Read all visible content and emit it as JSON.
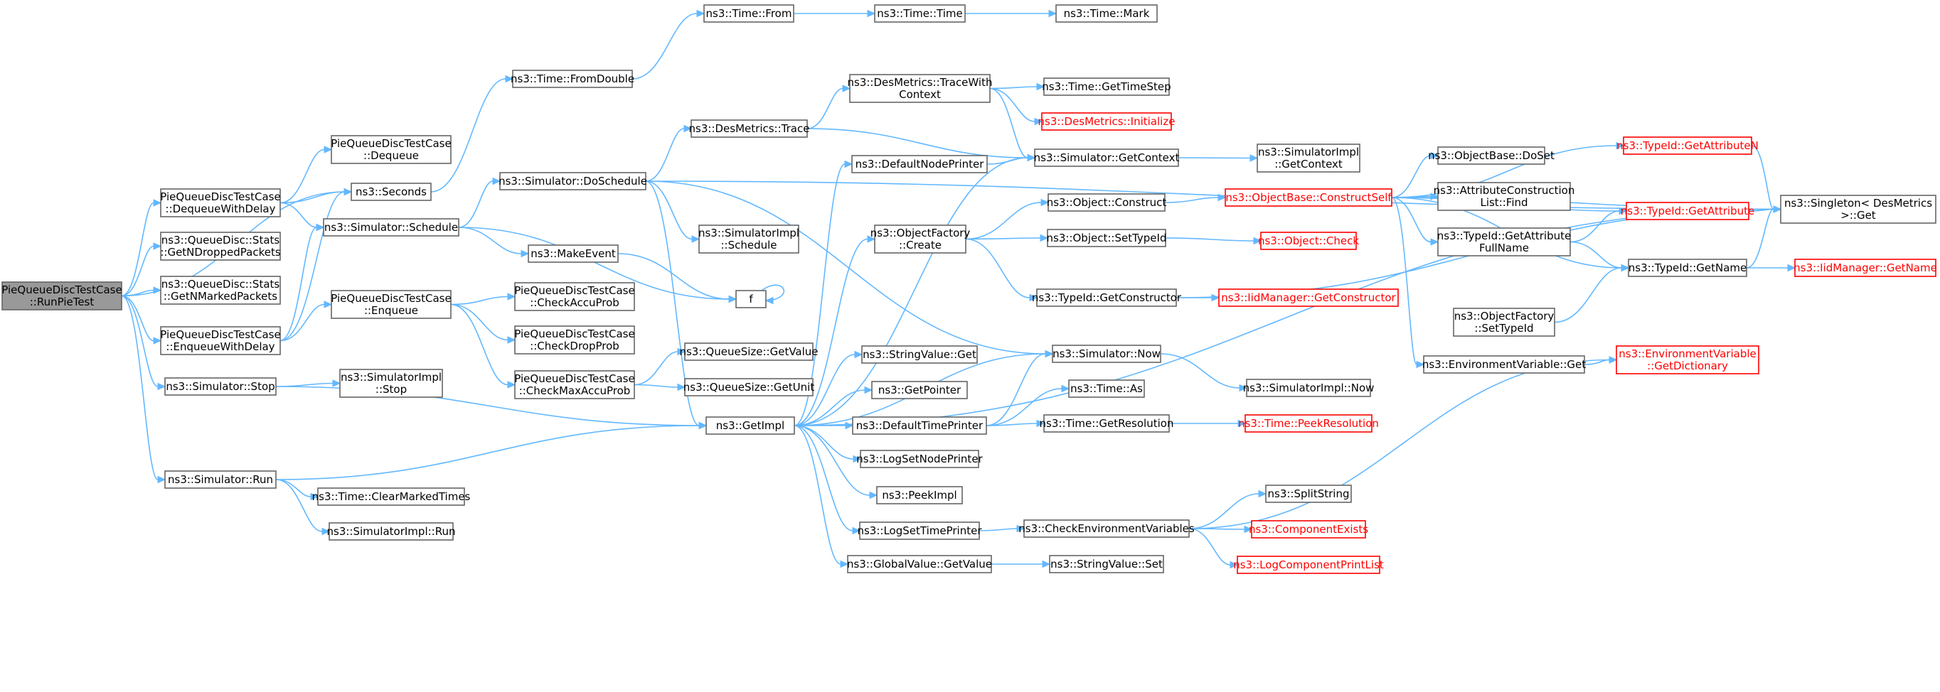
{
  "diagram": {
    "type": "call-graph",
    "colors": {
      "edge": "#63b8ff",
      "root_fill": "#999999",
      "node_border": "#666666",
      "truncated_border": "#ff0000",
      "truncated_text": "#ff0000"
    },
    "nodes": [
      {
        "id": "root",
        "lines": [
          "PieQueueDiscTestCase",
          "::RunPieTest"
        ],
        "root": true
      },
      {
        "id": "dequeueWithDelay",
        "lines": [
          "PieQueueDiscTestCase",
          "::DequeueWithDelay"
        ]
      },
      {
        "id": "getNDropped",
        "lines": [
          "ns3::QueueDisc::Stats",
          "::GetNDroppedPackets"
        ]
      },
      {
        "id": "getNMarked",
        "lines": [
          "ns3::QueueDisc::Stats",
          "::GetNMarkedPackets"
        ]
      },
      {
        "id": "enqueueWithDelay",
        "lines": [
          "PieQueueDiscTestCase",
          "::EnqueueWithDelay"
        ]
      },
      {
        "id": "simStop",
        "lines": [
          "ns3::Simulator::Stop"
        ]
      },
      {
        "id": "simRun",
        "lines": [
          "ns3::Simulator::Run"
        ]
      },
      {
        "id": "dequeue",
        "lines": [
          "PieQueueDiscTestCase",
          "::Dequeue"
        ]
      },
      {
        "id": "seconds",
        "lines": [
          "ns3::Seconds"
        ]
      },
      {
        "id": "schedule",
        "lines": [
          "ns3::Simulator::Schedule"
        ]
      },
      {
        "id": "enqueue",
        "lines": [
          "PieQueueDiscTestCase",
          "::Enqueue"
        ]
      },
      {
        "id": "implStop",
        "lines": [
          "ns3::SimulatorImpl",
          "::Stop"
        ]
      },
      {
        "id": "clearMarked",
        "lines": [
          "ns3::Time::ClearMarkedTimes"
        ]
      },
      {
        "id": "implRun",
        "lines": [
          "ns3::SimulatorImpl::Run"
        ]
      },
      {
        "id": "fromDouble",
        "lines": [
          "ns3::Time::FromDouble"
        ]
      },
      {
        "id": "doSchedule",
        "lines": [
          "ns3::Simulator::DoSchedule"
        ]
      },
      {
        "id": "makeEvent",
        "lines": [
          "ns3::MakeEvent"
        ]
      },
      {
        "id": "checkAccu",
        "lines": [
          "PieQueueDiscTestCase",
          "::CheckAccuProb"
        ]
      },
      {
        "id": "checkDrop",
        "lines": [
          "PieQueueDiscTestCase",
          "::CheckDropProb"
        ]
      },
      {
        "id": "checkMax",
        "lines": [
          "PieQueueDiscTestCase",
          "::CheckMaxAccuProb"
        ]
      },
      {
        "id": "getImpl",
        "lines": [
          "ns3::GetImpl"
        ]
      },
      {
        "id": "timeFrom",
        "lines": [
          "ns3::Time::From"
        ]
      },
      {
        "id": "desTrace",
        "lines": [
          "ns3::DesMetrics::Trace"
        ]
      },
      {
        "id": "implSchedule",
        "lines": [
          "ns3::SimulatorImpl",
          "::Schedule"
        ]
      },
      {
        "id": "f",
        "lines": [
          "f"
        ]
      },
      {
        "id": "qsGetValue",
        "lines": [
          "ns3::QueueSize::GetValue"
        ]
      },
      {
        "id": "qsGetUnit",
        "lines": [
          "ns3::QueueSize::GetUnit"
        ]
      },
      {
        "id": "timeTime",
        "lines": [
          "ns3::Time::Time"
        ]
      },
      {
        "id": "traceWithCtx",
        "lines": [
          "ns3::DesMetrics::TraceWith",
          "Context"
        ]
      },
      {
        "id": "defNodePrinter",
        "lines": [
          "ns3::DefaultNodePrinter"
        ]
      },
      {
        "id": "ofCreate",
        "lines": [
          "ns3::ObjectFactory",
          "::Create"
        ]
      },
      {
        "id": "svGet",
        "lines": [
          "ns3::StringValue::Get"
        ]
      },
      {
        "id": "getPointer",
        "lines": [
          "ns3::GetPointer"
        ]
      },
      {
        "id": "defTimePrinter",
        "lines": [
          "ns3::DefaultTimePrinter"
        ]
      },
      {
        "id": "logSetNode",
        "lines": [
          "ns3::LogSetNodePrinter"
        ]
      },
      {
        "id": "peekImpl",
        "lines": [
          "ns3::PeekImpl"
        ]
      },
      {
        "id": "logSetTime",
        "lines": [
          "ns3::LogSetTimePrinter"
        ]
      },
      {
        "id": "gvGetValue",
        "lines": [
          "ns3::GlobalValue::GetValue"
        ]
      },
      {
        "id": "timeMark",
        "lines": [
          "ns3::Time::Mark"
        ]
      },
      {
        "id": "getTimeStep",
        "lines": [
          "ns3::Time::GetTimeStep"
        ]
      },
      {
        "id": "desInit",
        "lines": [
          "ns3::DesMetrics::Initialize"
        ],
        "truncated": true
      },
      {
        "id": "simGetCtx",
        "lines": [
          "ns3::Simulator::GetContext"
        ]
      },
      {
        "id": "objConstruct",
        "lines": [
          "ns3::Object::Construct"
        ]
      },
      {
        "id": "objSetTypeId",
        "lines": [
          "ns3::Object::SetTypeId"
        ]
      },
      {
        "id": "tidGetCtor",
        "lines": [
          "ns3::TypeId::GetConstructor"
        ]
      },
      {
        "id": "simNow",
        "lines": [
          "ns3::Simulator::Now"
        ]
      },
      {
        "id": "timeAs",
        "lines": [
          "ns3::Time::As"
        ]
      },
      {
        "id": "timeGetRes",
        "lines": [
          "ns3::Time::GetResolution"
        ]
      },
      {
        "id": "checkEnv",
        "lines": [
          "ns3::CheckEnvironmentVariables"
        ]
      },
      {
        "id": "svSet",
        "lines": [
          "ns3::StringValue::Set"
        ]
      },
      {
        "id": "implGetCtx",
        "lines": [
          "ns3::SimulatorImpl",
          "::GetContext"
        ]
      },
      {
        "id": "obConstructSelf",
        "lines": [
          "ns3::ObjectBase::ConstructSelf"
        ],
        "truncated": true
      },
      {
        "id": "objCheck",
        "lines": [
          "ns3::Object::Check"
        ],
        "truncated": true
      },
      {
        "id": "iidGetCtor",
        "lines": [
          "ns3::IidManager::GetConstructor"
        ],
        "truncated": true
      },
      {
        "id": "implNow",
        "lines": [
          "ns3::SimulatorImpl::Now"
        ]
      },
      {
        "id": "peekRes",
        "lines": [
          "ns3::Time::PeekResolution"
        ],
        "truncated": true
      },
      {
        "id": "splitString",
        "lines": [
          "ns3::SplitString"
        ]
      },
      {
        "id": "compExists",
        "lines": [
          "ns3::ComponentExists"
        ],
        "truncated": true
      },
      {
        "id": "logCompPrint",
        "lines": [
          "ns3::LogComponentPrintList"
        ],
        "truncated": true
      },
      {
        "id": "obDoSet",
        "lines": [
          "ns3::ObjectBase::DoSet"
        ]
      },
      {
        "id": "acListFind",
        "lines": [
          "ns3::AttributeConstruction",
          "List::Find"
        ]
      },
      {
        "id": "tidGetAttrFull",
        "lines": [
          "ns3::TypeId::GetAttribute",
          "FullName"
        ]
      },
      {
        "id": "ofSetTypeId",
        "lines": [
          "ns3::ObjectFactory",
          "::SetTypeId"
        ]
      },
      {
        "id": "envGet",
        "lines": [
          "ns3::EnvironmentVariable::Get"
        ]
      },
      {
        "id": "tidGetAttrN",
        "lines": [
          "ns3::TypeId::GetAttributeN"
        ],
        "truncated": true
      },
      {
        "id": "tidGetAttr",
        "lines": [
          "ns3::TypeId::GetAttribute"
        ],
        "truncated": true
      },
      {
        "id": "tidGetName",
        "lines": [
          "ns3::TypeId::GetName"
        ]
      },
      {
        "id": "envGetDict",
        "lines": [
          "ns3::EnvironmentVariable",
          "::GetDictionary"
        ],
        "truncated": true
      },
      {
        "id": "singletonGet",
        "lines": [
          "ns3::Singleton< DesMetrics",
          " >::Get"
        ]
      },
      {
        "id": "iidGetName",
        "lines": [
          "ns3::IidManager::GetName"
        ],
        "truncated": true
      }
    ]
  }
}
